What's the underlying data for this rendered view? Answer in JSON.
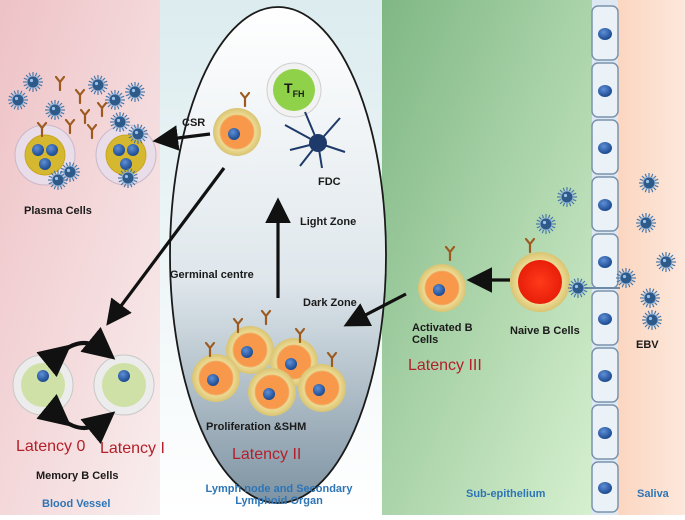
{
  "regions": {
    "blood_vessel": "Blood Vessel",
    "lymph_node": "Lymph node and Secondary",
    "lymph_node_line2": "Lymphoid Organ",
    "sub_epithelium": "Sub-epithelium",
    "saliva": "Saliva"
  },
  "labels": {
    "plasma_cells": "Plasma Cells",
    "memory_b_cells": "Memory B Cells",
    "csr": "CSR",
    "tfh_main": "T",
    "tfh_sub": "FH",
    "fdc": "FDC",
    "light_zone": "Light Zone",
    "germinal_centre": "Germinal centre",
    "dark_zone": "Dark Zone",
    "proliferation": "Proliferation &SHM",
    "activated_b_line1": "Activated B",
    "activated_b_line2": "Cells",
    "naive_b_cells": "Naive B Cells",
    "ebv": "EBV"
  },
  "latency": {
    "zero": "Latency 0",
    "one": "Latency I",
    "two": "Latency II",
    "three": "Latency III"
  },
  "colors": {
    "panel_blood": "#f1c9cb",
    "panel_lymph": "#cfe6ec",
    "panel_sub": "#a9d6a0",
    "panel_saliva": "#fbd9c4",
    "oval_fill_bottom": "#7f95a4",
    "b_cell": "#f79a4e",
    "nucleus": "#3a6fbf",
    "antibody": "#9c5a1f",
    "tfh": "#8fd24a",
    "latency_text": "#b3202a",
    "region_text": "#2e75b6"
  }
}
